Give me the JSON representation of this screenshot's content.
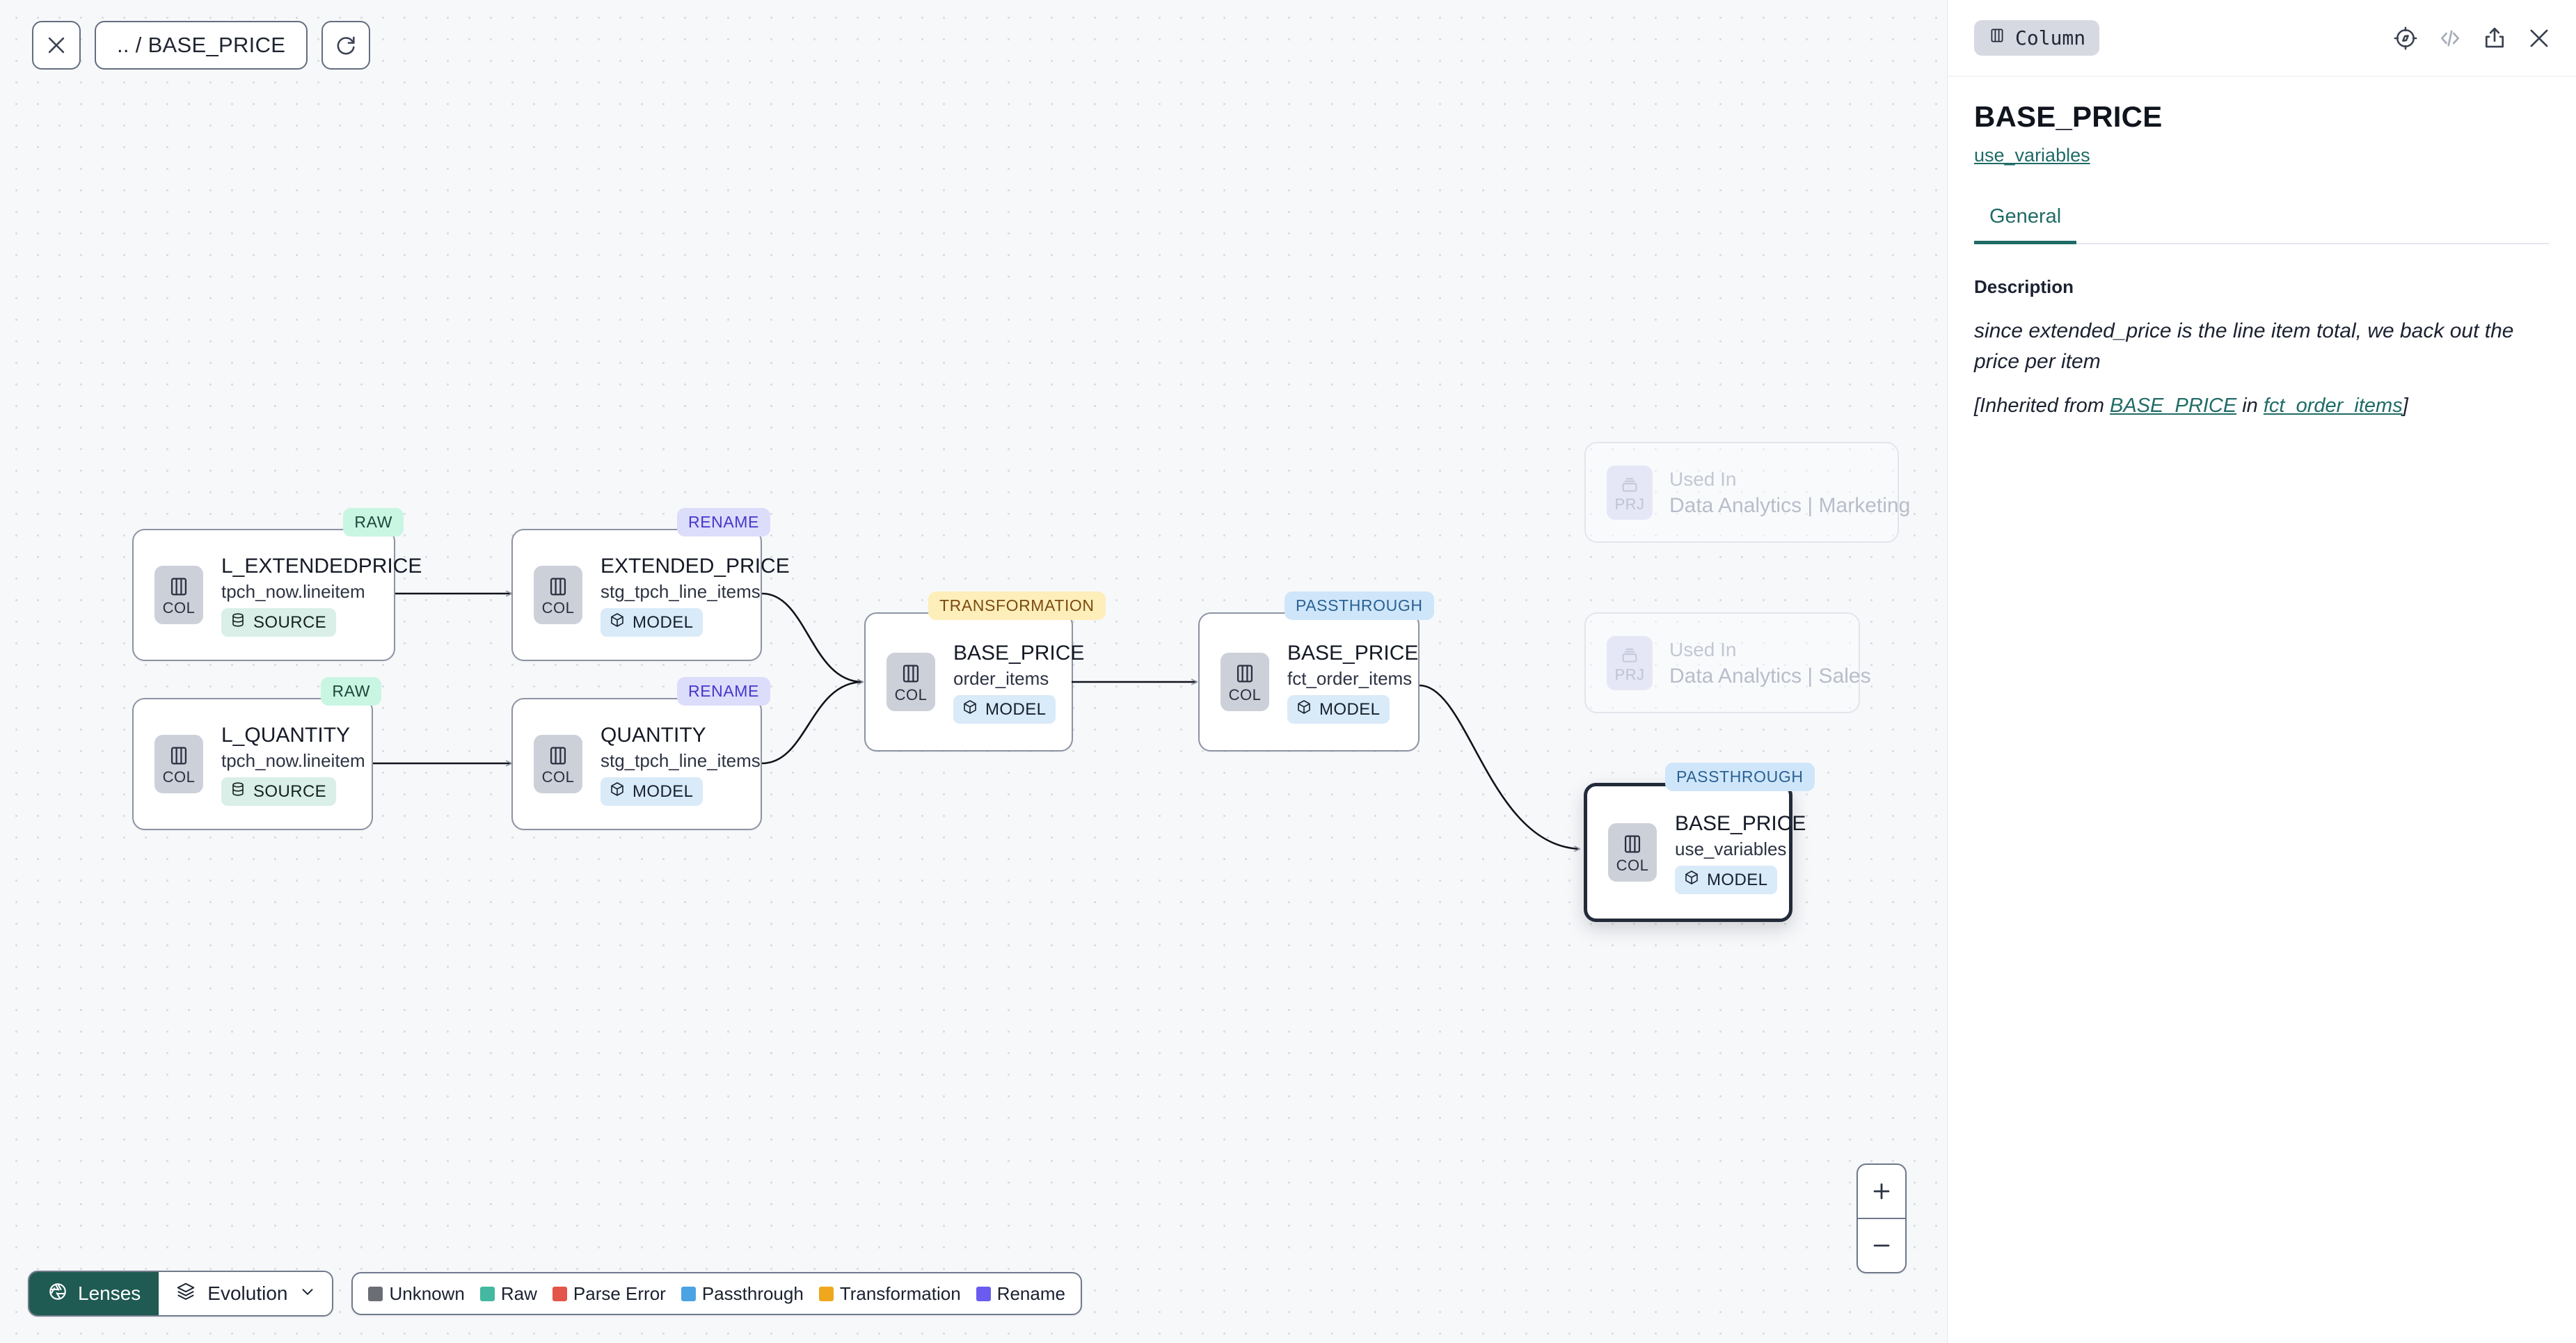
{
  "canvas": {
    "toolbar": {
      "close_label": "close-icon",
      "breadcrumb": ".. / BASE_PRICE",
      "refresh_label": "refresh-icon"
    },
    "nodes": [
      {
        "id": "l_extendedprice",
        "badge": "RAW",
        "badge_kind": "raw",
        "icon_label": "COL",
        "name": "L_EXTENDEDPRICE",
        "sub": "tpch_now.lineitem",
        "chip": "SOURCE",
        "chip_kind": "source"
      },
      {
        "id": "l_quantity",
        "badge": "RAW",
        "badge_kind": "raw",
        "icon_label": "COL",
        "name": "L_QUANTITY",
        "sub": "tpch_now.lineitem",
        "chip": "SOURCE",
        "chip_kind": "source"
      },
      {
        "id": "extended_price",
        "badge": "RENAME",
        "badge_kind": "rename",
        "icon_label": "COL",
        "name": "EXTENDED_PRICE",
        "sub": "stg_tpch_line_items",
        "chip": "MODEL",
        "chip_kind": "model"
      },
      {
        "id": "quantity",
        "badge": "RENAME",
        "badge_kind": "rename",
        "icon_label": "COL",
        "name": "QUANTITY",
        "sub": "stg_tpch_line_items",
        "chip": "MODEL",
        "chip_kind": "model"
      },
      {
        "id": "base_price_order_items",
        "badge": "TRANSFORMATION",
        "badge_kind": "transformation",
        "icon_label": "COL",
        "name": "BASE_PRICE",
        "sub": "order_items",
        "chip": "MODEL",
        "chip_kind": "model"
      },
      {
        "id": "base_price_fct_order_items",
        "badge": "PASSTHROUGH",
        "badge_kind": "passthrough",
        "icon_label": "COL",
        "name": "BASE_PRICE",
        "sub": "fct_order_items",
        "chip": "MODEL",
        "chip_kind": "model"
      },
      {
        "id": "base_price_use_variables",
        "badge": "PASSTHROUGH",
        "badge_kind": "passthrough",
        "icon_label": "COL",
        "name": "BASE_PRICE",
        "sub": "use_variables",
        "chip": "MODEL",
        "chip_kind": "model",
        "selected": true
      }
    ],
    "used_in": [
      {
        "id": "used-in-marketing",
        "icon_label": "PRJ",
        "label": "Used In",
        "name": "Data Analytics | Marketing"
      },
      {
        "id": "used-in-sales",
        "icon_label": "PRJ",
        "label": "Used In",
        "name": "Data Analytics | Sales"
      }
    ],
    "bottom": {
      "lenses_label": "Lenses",
      "evolution_label": "Evolution",
      "legend": [
        {
          "label": "Unknown",
          "color": "#6b6e74"
        },
        {
          "label": "Raw",
          "color": "#44b8a0"
        },
        {
          "label": "Parse Error",
          "color": "#e3544a"
        },
        {
          "label": "Passthrough",
          "color": "#4ba3e3"
        },
        {
          "label": "Transformation",
          "color": "#efa81e"
        },
        {
          "label": "Rename",
          "color": "#6a5cf0"
        }
      ]
    },
    "zoom": {
      "in_label": "+",
      "out_label": "−"
    }
  },
  "panel": {
    "type_pill": "Column",
    "icons": {
      "compass": "compass-icon",
      "code": "code-icon",
      "share": "share-icon",
      "close": "close-icon"
    },
    "title": "BASE_PRICE",
    "subtitle_link": "use_variables",
    "tabs": [
      {
        "label": "General",
        "active": true
      }
    ],
    "description_heading": "Description",
    "description_text": "since extended_price is the line item total, we back out the price per item",
    "inherited": {
      "prefix": "[Inherited from ",
      "column_link": "BASE_PRICE",
      "middle": " in ",
      "model_link": "fct_order_items",
      "suffix": "]"
    }
  }
}
